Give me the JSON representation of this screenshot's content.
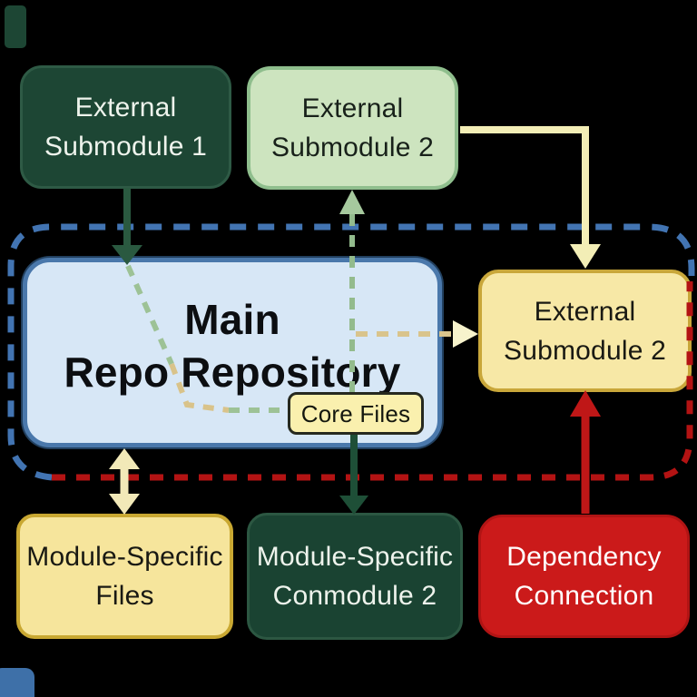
{
  "diagram": {
    "title": "Repository / submodule structure diagram",
    "background": "#000000",
    "nodes": {
      "ext_sub1": {
        "line1": "External",
        "line2": "Submodule 1"
      },
      "ext_sub2_top": {
        "line1": "External",
        "line2": "Submodule 2"
      },
      "main_repo": {
        "line1": "Main",
        "line2": "Repo Repository"
      },
      "core_files": {
        "label": "Core Files"
      },
      "ext_sub2_right": {
        "line1": "External",
        "line2": "Submodule 2"
      },
      "module_files": {
        "line1": "Module-Specific",
        "line2": "Files"
      },
      "module_conmodule": {
        "line1": "Module-Specific",
        "line2": "Conmodule 2"
      },
      "dependency": {
        "line1": "Dependency",
        "line2": "Connection"
      }
    },
    "colors": {
      "dark_green_box": "#1d4634",
      "light_green_box": "#cde4bf",
      "light_green_border": "#8fbe8d",
      "blue_box": "#d7e7f6",
      "blue_box_border": "#4a78ab",
      "yellow_box": "#f7e8a6",
      "yellow_box_border": "#c9a73a",
      "core_files_box": "#faf0ae",
      "red_box": "#cb1a1a",
      "blue_dash": "#4274b2",
      "red_dash": "#b31313",
      "light_green_dash": "#9dc296",
      "tan_dash": "#d9c38a",
      "dark_green_arrow": "#2a5940",
      "pale_yellow_arrow": "#f3eeb6",
      "light_green_arrow": "#a6c99e",
      "red_arrow": "#bf1717"
    }
  }
}
